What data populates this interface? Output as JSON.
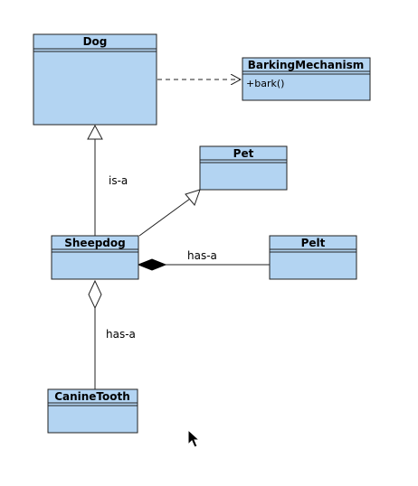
{
  "diagram": {
    "fill_color": "#b3d4f2",
    "stroke_color": "#222222",
    "classes": [
      {
        "id": "dog",
        "name": "Dog",
        "members": []
      },
      {
        "id": "barking",
        "name": "BarkingMechanism",
        "members": [
          "+bark()"
        ]
      },
      {
        "id": "pet",
        "name": "Pet",
        "members": []
      },
      {
        "id": "sheepdog",
        "name": "Sheepdog",
        "members": []
      },
      {
        "id": "pelt",
        "name": "Pelt",
        "members": []
      },
      {
        "id": "caninetooth",
        "name": "CanineTooth",
        "members": []
      }
    ],
    "relations": [
      {
        "id": "dog-barking",
        "type": "dependency",
        "from": "dog",
        "to": "barking",
        "label": ""
      },
      {
        "id": "sheepdog-dog",
        "type": "generalization",
        "from": "sheepdog",
        "to": "dog",
        "label": "is-a"
      },
      {
        "id": "sheepdog-pet",
        "type": "generalization",
        "from": "sheepdog",
        "to": "pet",
        "label": ""
      },
      {
        "id": "sheepdog-pelt",
        "type": "composition",
        "from": "sheepdog",
        "to": "pelt",
        "label": "has-a"
      },
      {
        "id": "sheepdog-caninetooth",
        "type": "aggregation",
        "from": "sheepdog",
        "to": "caninetooth",
        "label": "has-a"
      }
    ]
  },
  "cursor": {
    "icon": "mouse-pointer-icon"
  }
}
